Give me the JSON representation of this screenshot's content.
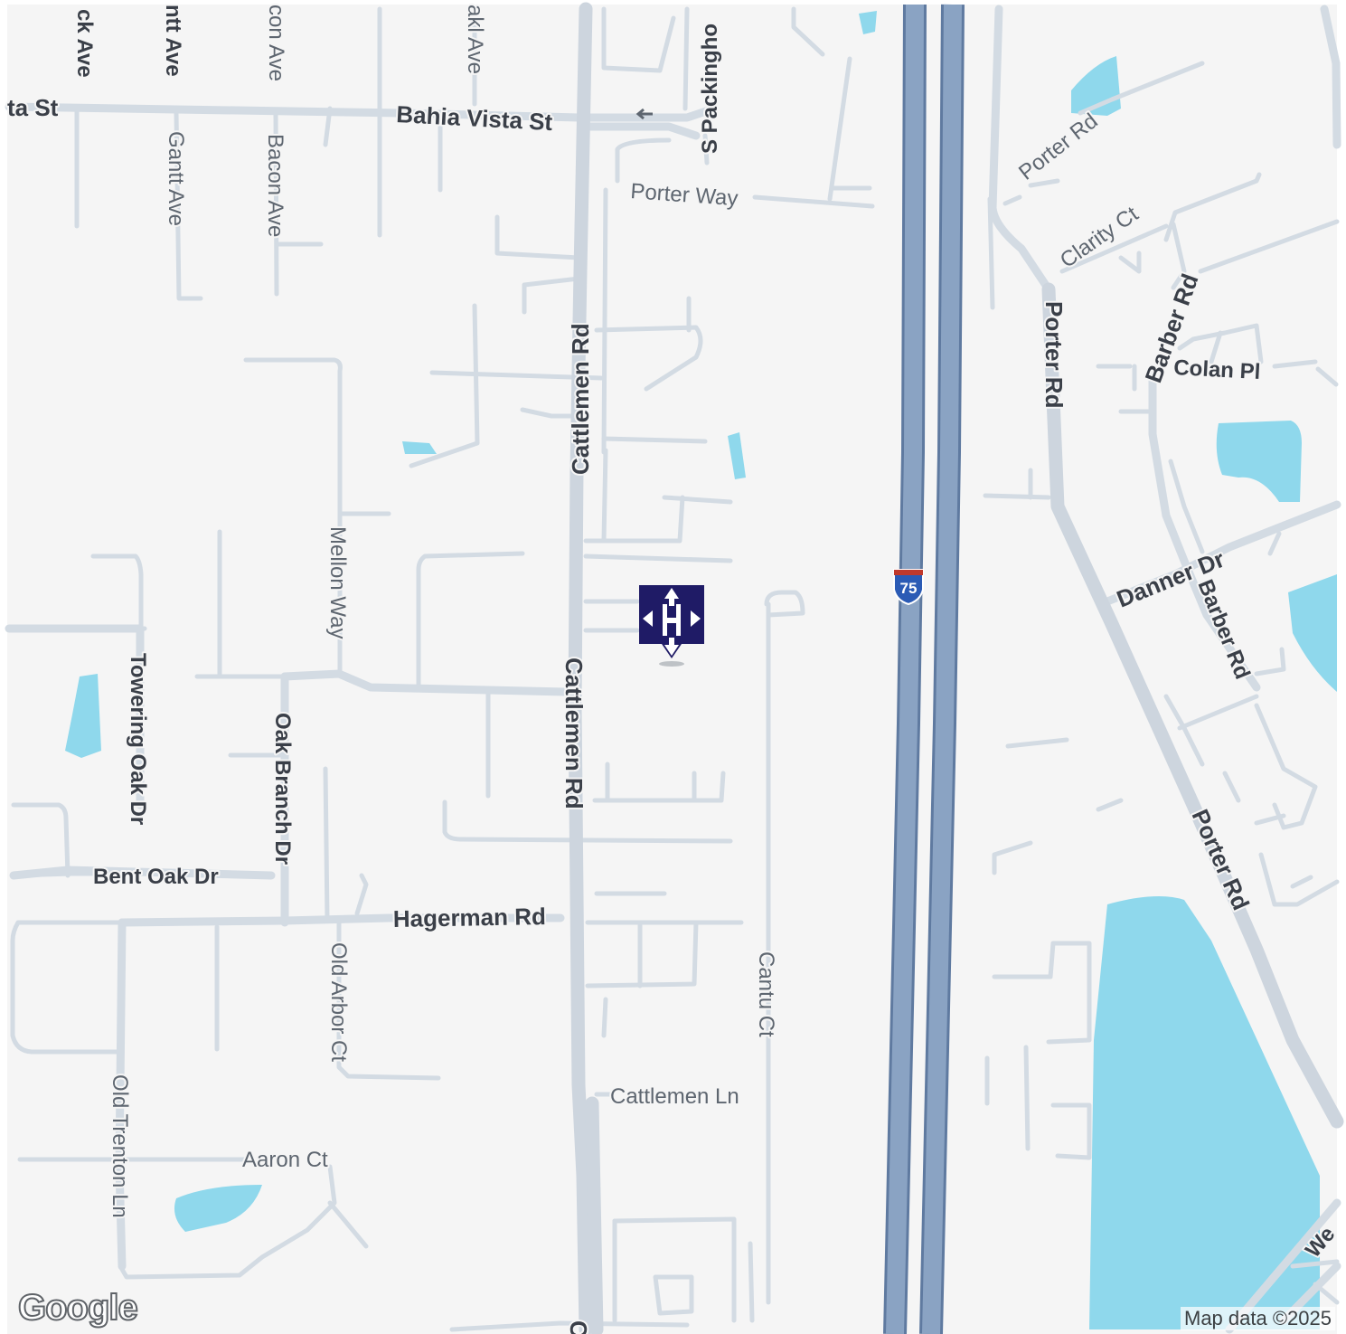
{
  "map": {
    "attribution": "Map data ©2025",
    "logo": "Google",
    "colors": {
      "background": "#f5f5f5",
      "road": "#d3dbe3",
      "water": "#8fd8ec",
      "highway": "#8aa3c3",
      "highway_edge": "#5f7aa0",
      "marker": "#1f1b66"
    },
    "marker": {
      "icon": "hospital-h-icon"
    },
    "interstate_shield": {
      "number": "75"
    },
    "labels": {
      "bahia_vista_left": "ta St",
      "bahia_vista": "Bahia Vista St",
      "ck_ave": "ck Ave",
      "ntt_ave": "ntt Ave",
      "gantt_ave": "Gantt Ave",
      "con_ave": "con Ave",
      "bacon_ave": "Bacon Ave",
      "akl_ave": "akl Ave",
      "s_packingham": "S Packingho",
      "porter_way": "Porter Way",
      "cattlemen_rd_north": "Cattlemen Rd",
      "cattlemen_rd_mid": "Cattlemen Rd",
      "cattlemen_rd_south": "C",
      "mellon_way": "Mellon Way",
      "towering_oak": "Towering Oak Dr",
      "oak_branch": "Oak Branch Dr",
      "bent_oak": "Bent Oak Dr",
      "hagerman": "Hagerman Rd",
      "old_arbor": "Old Arbor Ct",
      "cantu_ct": "Cantu Ct",
      "cattlemen_ln": "Cattlemen Ln",
      "aaron_ct": "Aaron Ct",
      "old_trenton": "Old Trenton Ln",
      "porter_rd_ne": "Porter Rd",
      "clarity_ct": "Clarity Ct",
      "porter_rd_vertical": "Porter Rd",
      "barber_rd_north": "Barber Rd",
      "colan_pl": "Colan Pl",
      "danner_dr": "Danner Dr",
      "barber_rd_south": "Barber Rd",
      "porter_rd_se": "Porter Rd",
      "we": "We"
    }
  }
}
